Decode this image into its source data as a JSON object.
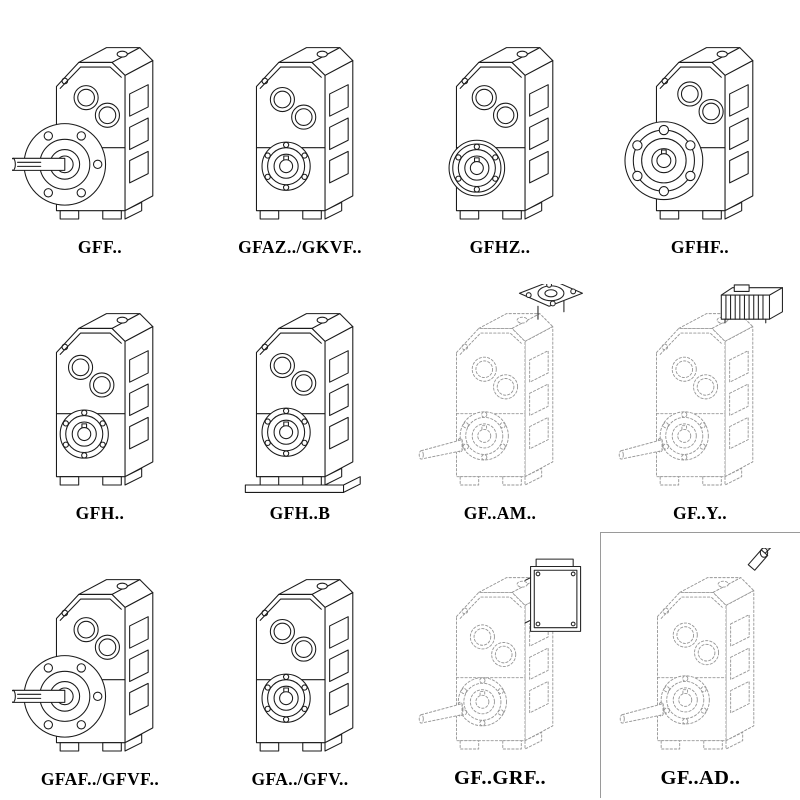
{
  "page": {
    "background": "#ffffff"
  },
  "drawing_style": {
    "solid_stroke": "#1b1b1b",
    "dashed_stroke": "#979797",
    "addon_stroke": "#242424",
    "box_border": "#9a9a9a"
  },
  "cells": [
    {
      "id": "gff",
      "label": "GFF..",
      "variant": "flange-shaft"
    },
    {
      "id": "gfaz-gkvf",
      "label": "GFAZ../GKVF..",
      "variant": "hollow-face"
    },
    {
      "id": "gfhz",
      "label": "GFHZ..",
      "variant": "hollow-boss"
    },
    {
      "id": "gfhf",
      "label": "GFHF..",
      "variant": "front-flange"
    },
    {
      "id": "gfh",
      "label": "GFH..",
      "variant": "hollow-face"
    },
    {
      "id": "gfh-b",
      "label": "GFH..B",
      "variant": "hollow-face-base"
    },
    {
      "id": "gf-am",
      "label": "GF..AM..",
      "variant": "dashed-adapter"
    },
    {
      "id": "gf-y",
      "label": "GF..Y..",
      "variant": "dashed-motor"
    },
    {
      "id": "gfaf-gfvf",
      "label": "GFAF../GFVF..",
      "variant": "flange-shaft"
    },
    {
      "id": "gfa-gfv",
      "label": "GFA../GFV..",
      "variant": "hollow-face"
    },
    {
      "id": "gf-grf",
      "label": "GF..GRF..",
      "variant": "dashed-cover"
    },
    {
      "id": "gf-ad",
      "label": "GF..AD..",
      "variant": "dashed-input-shaft"
    }
  ]
}
